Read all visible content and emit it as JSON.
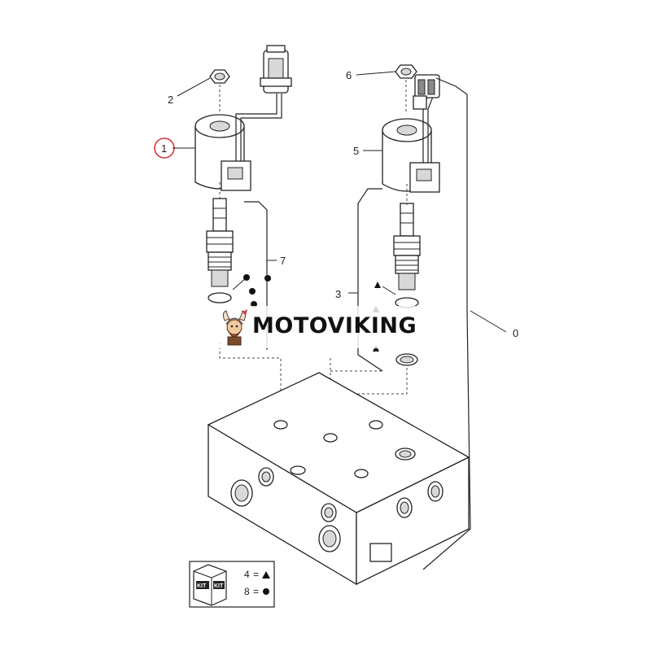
{
  "diagram": {
    "callouts": {
      "c0": "0",
      "c1": "1",
      "c2": "2",
      "c3": "3",
      "c5": "5",
      "c6": "6",
      "c7": "7"
    },
    "kit_legend": {
      "kit_label": "KIT",
      "row1_number": "4",
      "row1_symbol": "triangle",
      "row2_number": "8",
      "row2_symbol": "circle",
      "equals": "="
    },
    "highlight_color": "#d9363e"
  },
  "watermark": {
    "brand": "MOTOVIKING",
    "logo_icon": "viking-mascot-icon"
  }
}
